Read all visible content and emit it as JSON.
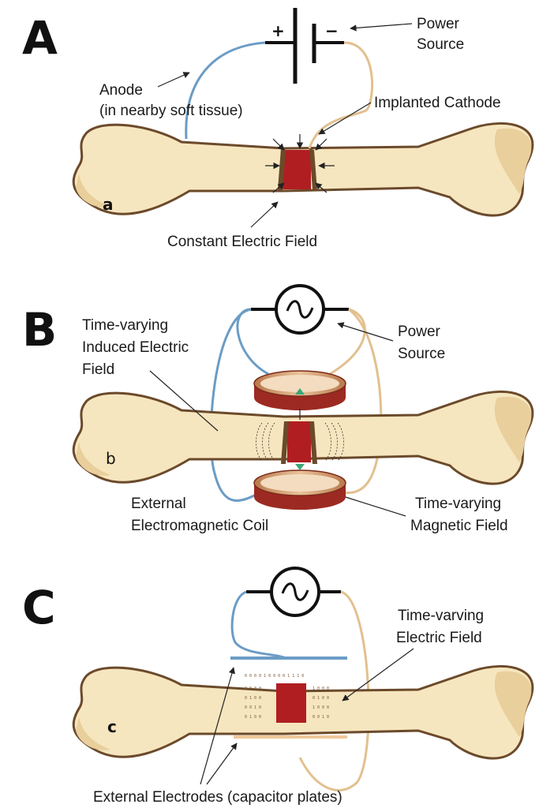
{
  "panels": [
    {
      "letter": "A",
      "bone_letter": "a",
      "labels": {
        "power_source_line1": "Power",
        "power_source_line2": "Source",
        "anode_line1": "Anode",
        "anode_line2": "(in nearby soft tissue)",
        "cathode": "Implanted Cathode",
        "field": "Constant Electric Field",
        "plus": "+",
        "minus": "−"
      }
    },
    {
      "letter": "B",
      "bone_letter": "b",
      "labels": {
        "induced_line1": "Time-varying",
        "induced_line2": "Induced Electric",
        "induced_line3": "Field",
        "power_source_line1": "Power",
        "power_source_line2": "Source",
        "coil_line1": "External",
        "coil_line2": "Electromagnetic Coil",
        "magnetic_line1": "Time-varying",
        "magnetic_line2": "Magnetic Field"
      }
    },
    {
      "letter": "C",
      "bone_letter": "c",
      "labels": {
        "field_line1": "Time-varving",
        "field_line2": "Electric Field",
        "electrodes": "External Electrodes (capacitor plates)",
        "charge_row": "0 0 0 0 1 0 0 0 0 1 1 1 0"
      }
    }
  ],
  "colors": {
    "bone_fill": "#f6e6bf",
    "bone_stroke": "#6b4a2b",
    "fracture": "#b01e22",
    "anode_wire": "#6b9cc6",
    "cathode_wire": "#e2c08f",
    "coil": "#9c2a22",
    "arrow": "#3aa77a"
  }
}
